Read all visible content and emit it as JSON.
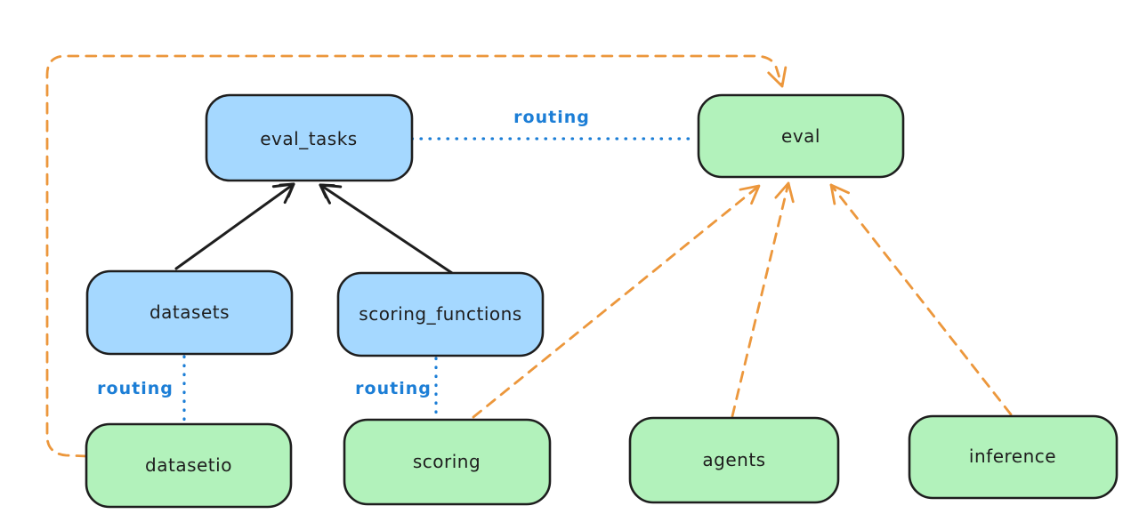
{
  "diagram": {
    "nodes": {
      "eval_tasks": {
        "label": "eval_tasks",
        "kind": "api"
      },
      "eval": {
        "label": "eval",
        "kind": "provider"
      },
      "datasets": {
        "label": "datasets",
        "kind": "api"
      },
      "scoring_functions": {
        "label": "scoring_functions",
        "kind": "api"
      },
      "datasetio": {
        "label": "datasetio",
        "kind": "provider"
      },
      "scoring": {
        "label": "scoring",
        "kind": "provider"
      },
      "agents": {
        "label": "agents",
        "kind": "provider"
      },
      "inference": {
        "label": "inference",
        "kind": "provider"
      }
    },
    "edge_labels": {
      "routing_eval_tasks_eval": "routing",
      "routing_datasets_datasetio": "routing",
      "routing_scoring_functions_scoring": "routing"
    },
    "colors": {
      "background": "#ffffff",
      "stroke": "#1e1e1e",
      "api_fill": "#a5d8ff",
      "provider_fill": "#b2f2bb",
      "routing_line": "#1c7ed6",
      "dashed_arrow": "#ec973c"
    }
  }
}
